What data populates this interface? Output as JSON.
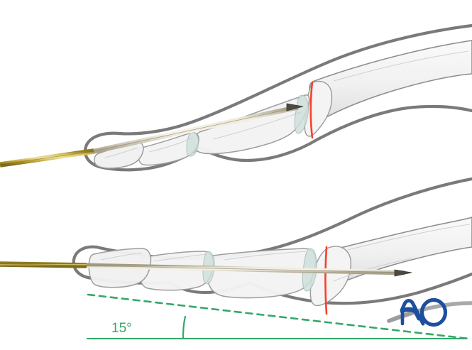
{
  "figure": {
    "title": "K-wire fixation of proximal phalanx / metatarsal",
    "background_color": "#ffffff"
  },
  "colors": {
    "skin_outline": "#7a7a7a",
    "bone_outline": "#8c8c8c",
    "bone_fill": "#f2f2f2",
    "bone_shade": "#e4e4e4",
    "cartilage": "#cfe0dd",
    "fracture_line": "#f6412d",
    "kwire_gold": "#bfa230",
    "kwire_gold_light": "#e2cf7a",
    "kwire_bone_fill": "#efeadb",
    "annotation_green": "#34a869",
    "logo_blue": "#1d4f9e",
    "logo_swoosh": "#9a9a9a"
  },
  "panels": [
    {
      "name": "upper-panel",
      "description": "Lateral view of toe with K-wire introduced through the tip of the toe, directed toward the fracture at the base of the proximal phalanx",
      "kwire": {
        "label": "K-wire",
        "entry_side": "distal-plantar",
        "tip_state": "pointed",
        "visible_outside_skin": true
      },
      "fracture": {
        "label": "Fracture line",
        "color": "#f6412d",
        "location": "metatarsal head / base"
      }
    },
    {
      "name": "lower-panel",
      "description": "Toe brought into extension, K-wire advanced across the fracture into the metatarsal",
      "kwire": {
        "label": "K-wire",
        "entry_side": "distal",
        "tip_state": "pointed",
        "visible_outside_skin": true,
        "crosses_fracture": true
      },
      "fracture": {
        "label": "Fracture line",
        "color": "#f6412d",
        "location": "metatarsal head / base"
      }
    }
  ],
  "annotation": {
    "angle_value": "15°",
    "color": "#34a869",
    "baseline_label": "reference horizontal line",
    "dashed_label": "angled axis line",
    "arc_label": "angle arc marker"
  },
  "logo": {
    "text": "AO",
    "color": "#1d4f9e",
    "swoosh_color": "#9a9a9a"
  }
}
